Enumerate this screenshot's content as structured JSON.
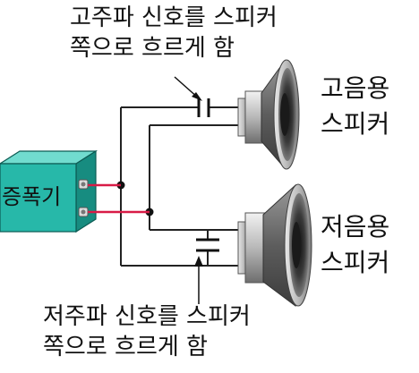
{
  "labels": {
    "high_note_line1": "고주파 신호를 스피커",
    "high_note_line2": "쪽으로 흐르게 함",
    "tweeter_line1": "고음용",
    "tweeter_line2": "스피커",
    "amplifier": "증폭기",
    "woofer_line1": "저음용",
    "woofer_line2": "스피커",
    "low_note_line1": "저주파 신호를 스피커",
    "low_note_line2": "쪽으로 흐르게 함"
  },
  "colors": {
    "amplifier_front": "#27b8a9",
    "amplifier_top": "#71dccf",
    "amplifier_side": "#178c80",
    "signal_wire": "#d81b46",
    "wire": "#222222"
  }
}
